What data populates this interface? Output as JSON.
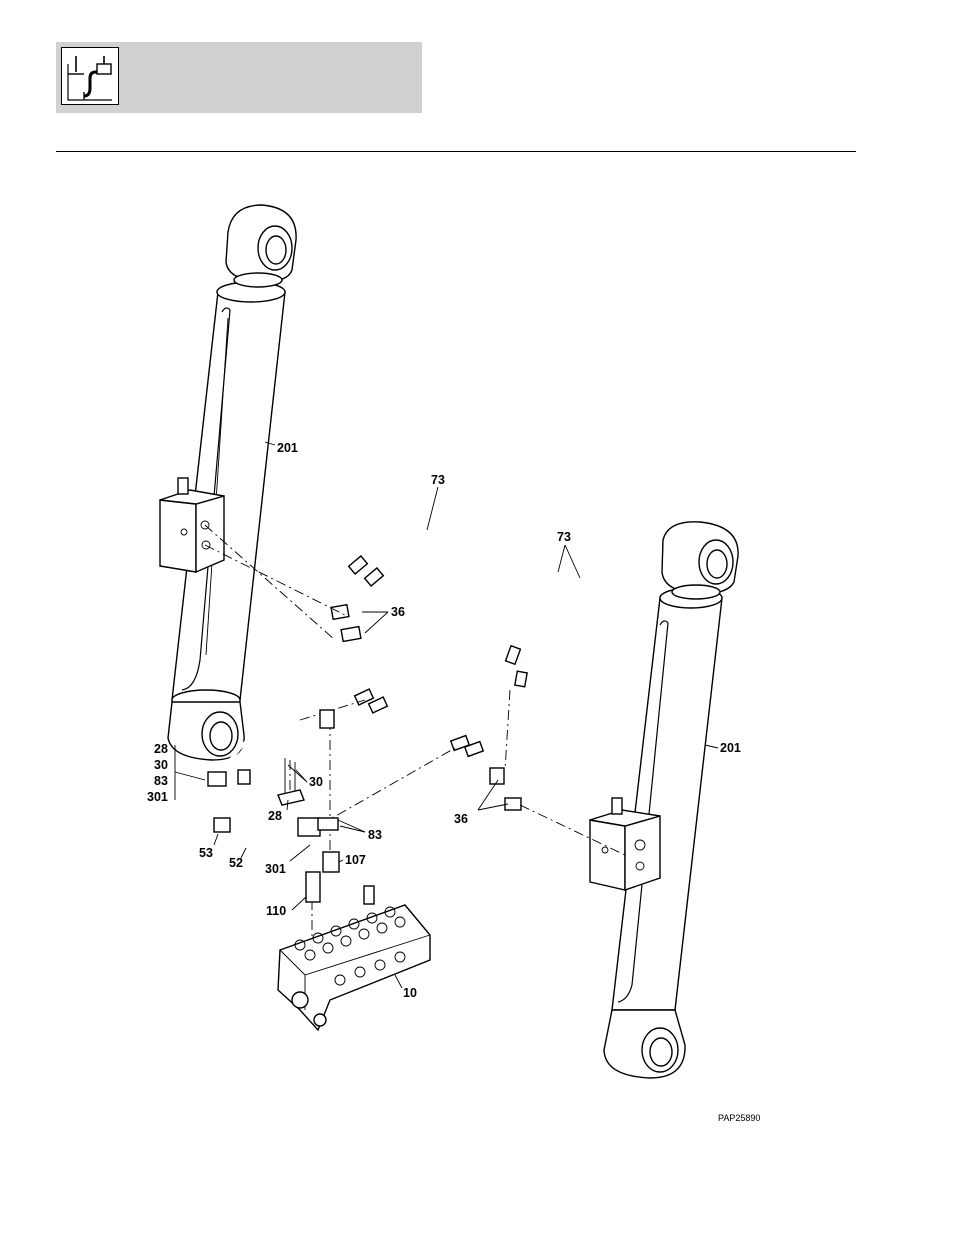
{
  "header": {
    "icon": "hydraulic-reservoir-icon",
    "band_color": "#d1d1d1"
  },
  "diagram": {
    "figure_id": "PAP25890",
    "callouts": {
      "cyl_left": "201",
      "cyl_right": "201",
      "hose_left": "73",
      "hose_right": "73",
      "elbow_upper": "36",
      "elbow_lower": "36",
      "stack_28": "28",
      "stack_30": "30",
      "stack_83": "83",
      "stack_301": "301",
      "bolt_30": "30",
      "plate_28": "28",
      "clamp_53": "53",
      "tube_52": "52",
      "block_301": "301",
      "adapter_83": "83",
      "adapter_107": "107",
      "adapter_110": "110",
      "valve_10": "10"
    }
  }
}
